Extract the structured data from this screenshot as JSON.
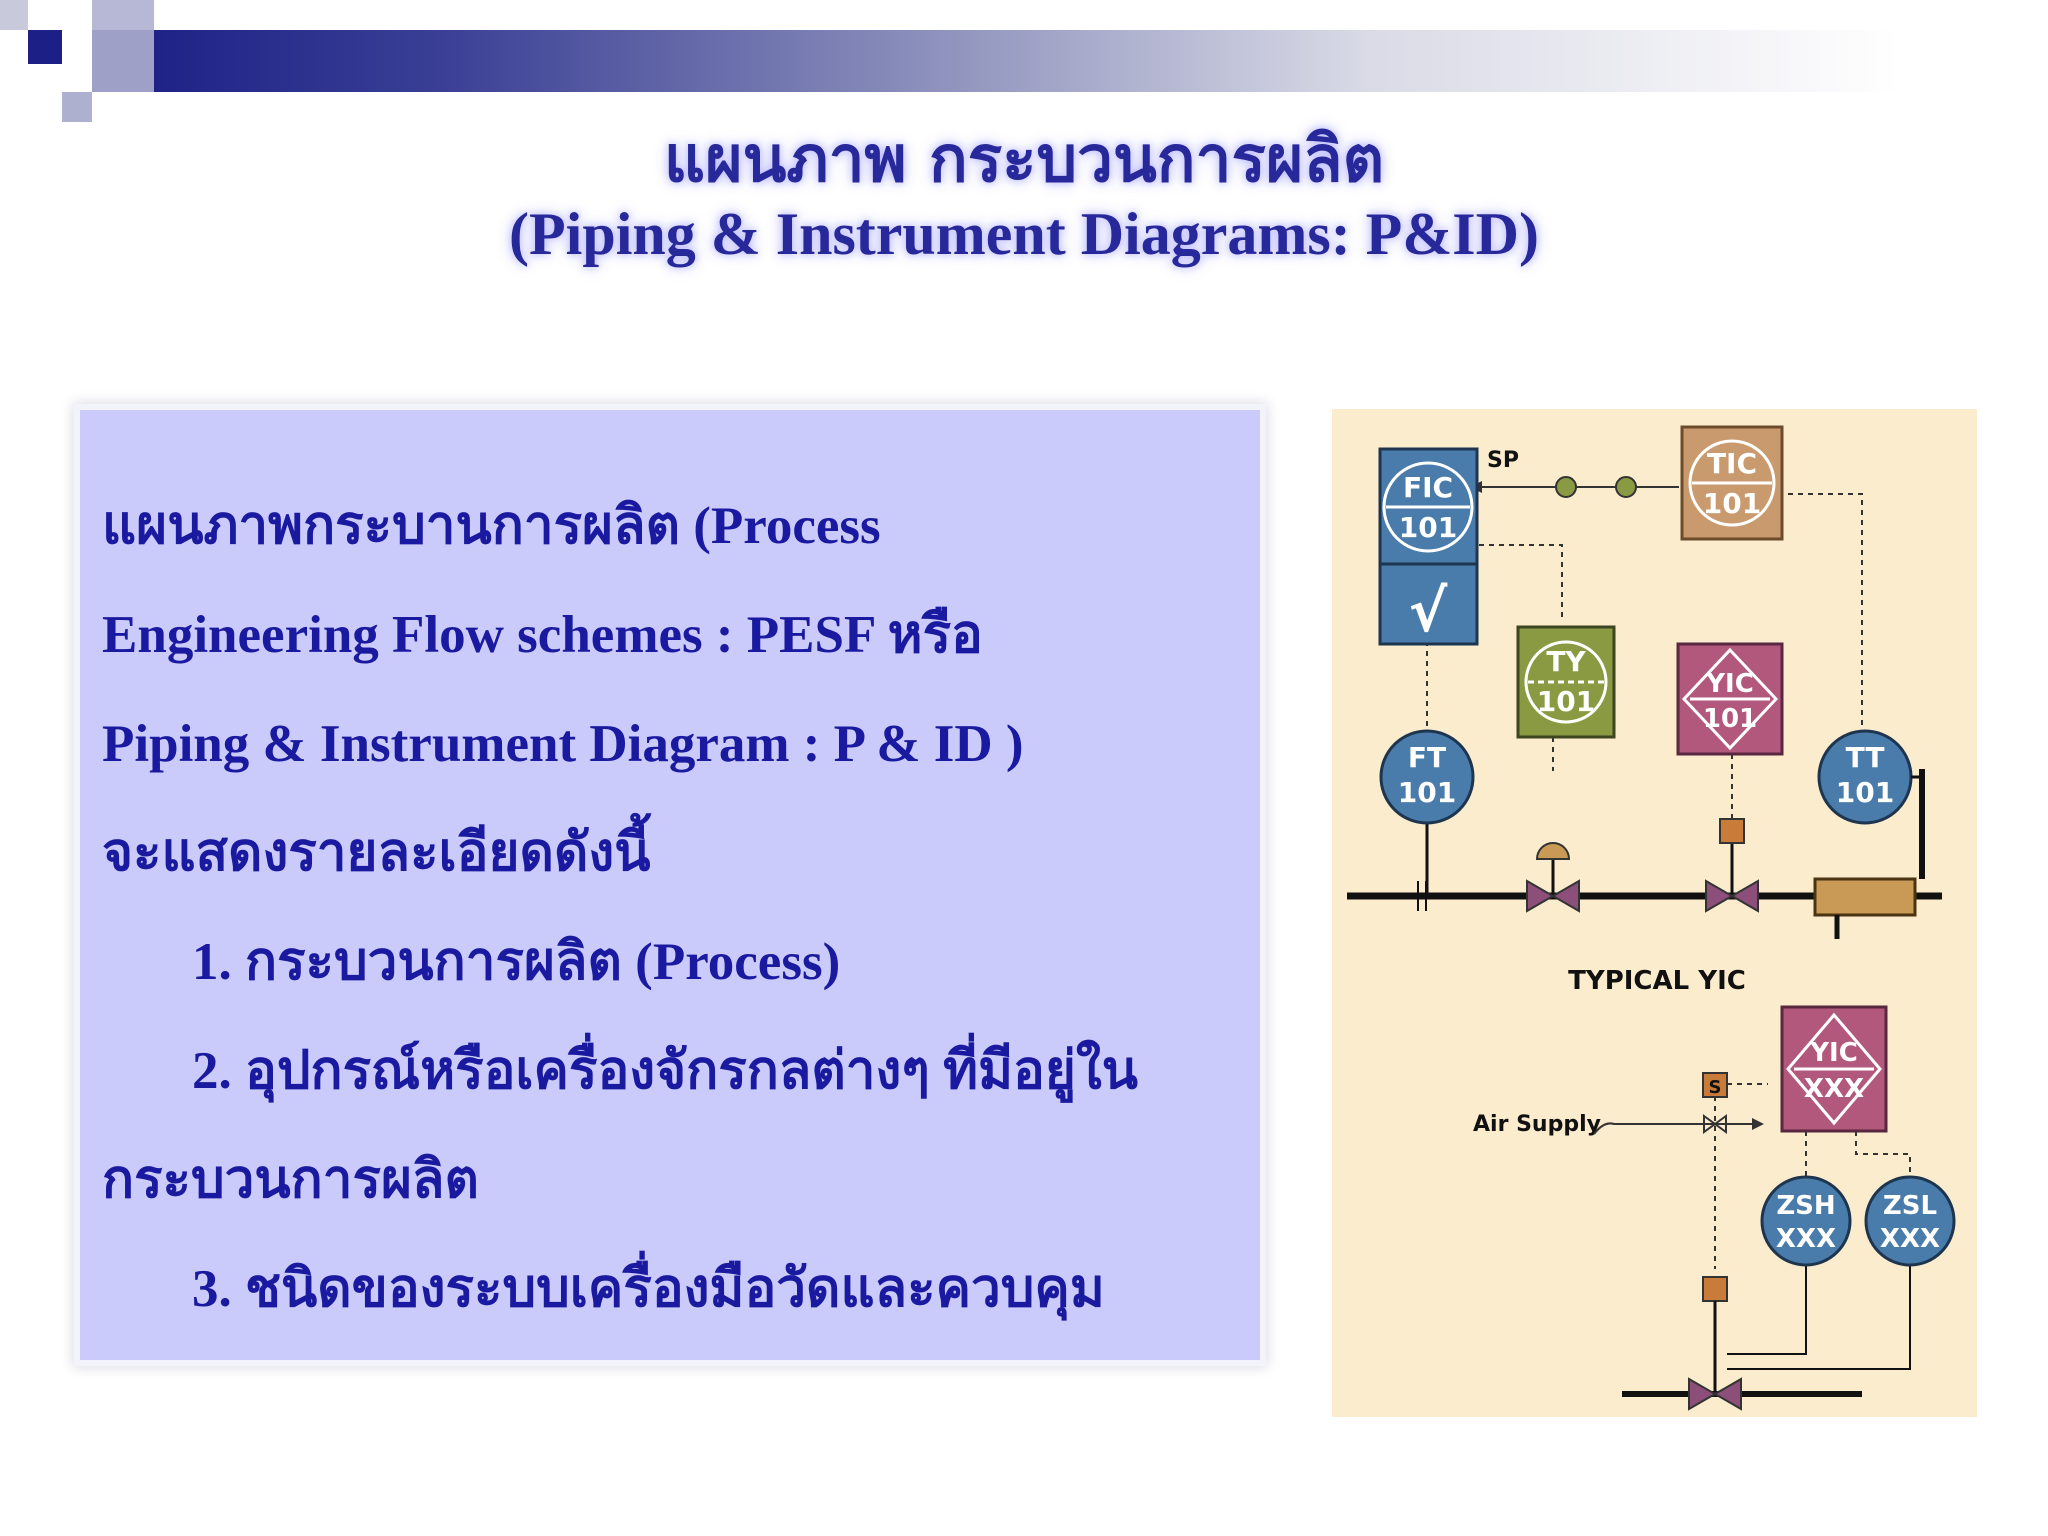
{
  "title": {
    "line1": "แผนภาพ กระบวนการผลิต",
    "line2": "(Piping & Instrument Diagrams: P&ID)"
  },
  "panel": {
    "lines": [
      "แผนภาพกระบานการผลิต (Process",
      "Engineering Flow schemes : PESF หรือ",
      "Piping & Instrument Diagram : P & ID )",
      "จะแสดงรายละเอียดดังนี้"
    ],
    "items": [
      "1. กระบวนการผลิต (Process)",
      "2. อุปกรณ์หรือเครื่องจักรกลต่างๆ ที่มีอยู่ใน"
    ],
    "item2_cont": "กระบวนการผลิต",
    "item3": "3. ชนิดของระบบเครื่องมือวัดและควบคุม"
  },
  "diagram": {
    "sp_label": "SP",
    "fic": [
      "FIC",
      "101"
    ],
    "sqrt": "√",
    "tic": [
      "TIC",
      "101"
    ],
    "ty": [
      "TY",
      "101"
    ],
    "yic1": [
      "YIC",
      "101"
    ],
    "ft": [
      "FT",
      "101"
    ],
    "tt": [
      "TT",
      "101"
    ],
    "typical_label": "TYPICAL YIC",
    "yic2": [
      "YIC",
      "XXX"
    ],
    "s_label": "S",
    "air_supply": "Air Supply",
    "zsh": [
      "ZSH",
      "XXX"
    ],
    "zsl": [
      "ZSL",
      "XXX"
    ],
    "colors": {
      "blue_instrument": "#4a7cab",
      "green_instrument": "#8a9a43",
      "orange_instrument": "#c99a6e",
      "purple_instrument": "#b2587d",
      "pipe": "#111111",
      "valve": "#8b4f7a"
    }
  }
}
